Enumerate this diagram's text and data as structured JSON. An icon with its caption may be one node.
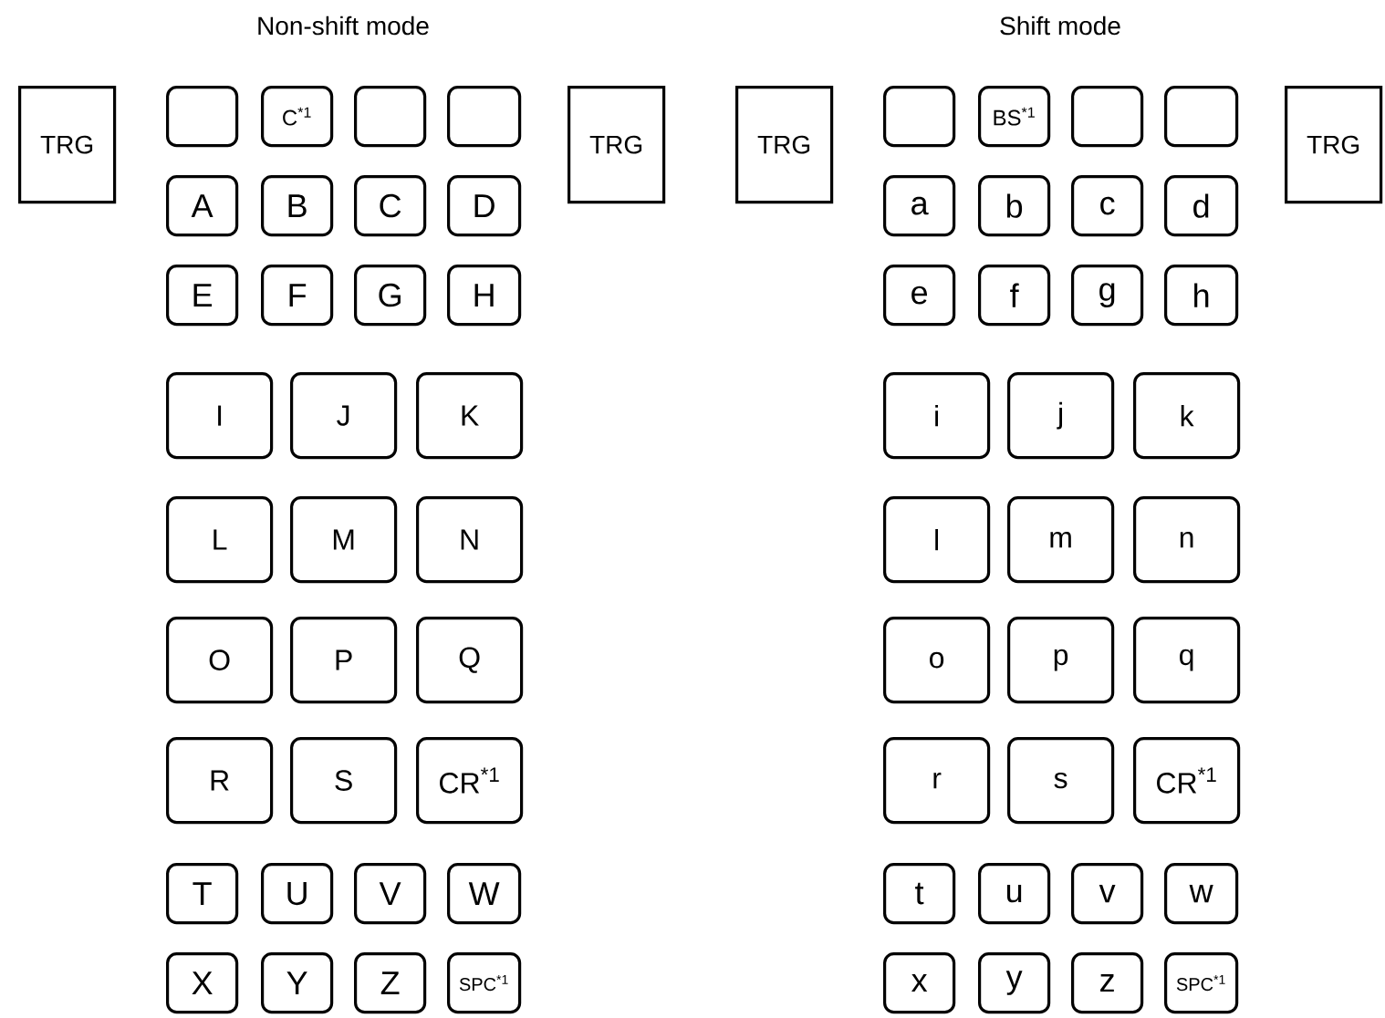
{
  "diagram": {
    "nodes": [
      {
        "text": [
          "TRG"
        ]
      },
      {
        "text": [],
        "shape": "box"
      },
      {
        "text": [
          "C$^{*1}$"
        ]
      },
      {
        "text": [],
        "shape": "box"
      },
      {
        "text": [],
        "shape": "box"
      },
      {
        "text": [
          "A"
        ]
      },
      {
        "text": [
          "B"
        ]
      },
      {
        "text": [
          "C"
        ]
      },
      {
        "text": [
          "D"
        ]
      },
      {
        "text": [
          "E"
        ]
      },
      {
        "text": [
          "F"
        ]
      },
      {
        "text": [
          "G"
        ]
      },
      {
        "text": [
          "H"
        ]
      },
      {
        "text": [
          "I"
        ]
      },
      {
        "text": [
          "J"
        ]
      },
      {
        "text": [
          "K"
        ]
      },
      {
        "text": [
          "L"
        ]
      },
      {
        "text": [
          "M"
        ]
      },
      {
        "text": [
          "N"
        ]
      },
      {
        "text": [
          "O"
        ]
      },
      {
        "text": [
          "P"
        ]
      },
      {
        "text": [
          "Q"
        ]
      },
      {
        "text": [
          "R"
        ]
      },
      {
        "text": [
          "S"
        ]
      },
      {
        "text": [
          "CR$^{*1}$"
        ]
      },
      {
        "text": [
          "T"
        ]
      },
      {
        "text": [
          "U"
        ]
      },
      {
        "text": [
          "V"
        ]
      },
      {
        "text": [
          "W"
        ]
      },
      {
        "text": [
          "X"
        ]
      },
      {
        "text": [
          "Y"
        ]
      },
      {
        "text": [
          "Z"
        ]
      },
      {
        "text": [
          "SPC$^{*1}$"
        ]
      },
      {
        "text": [
          "TRG"
        ]
      },
      {
        "text": [
          "TRG"
        ]
      },
      {
        "text": [],
        "shape": "box"
      },
      {
        "text": [
          "BS$^{*1}$"
        ]
      },
      {
        "text": [],
        "shape": "box"
      },
      {
        "text": [],
        "shape": "box"
      },
      {
        "text": [
          "a"
        ]
      },
      {
        "text": [
          "b"
        ]
      },
      {
        "text": [
          "c"
        ]
      },
      {
        "text": [
          "d"
        ]
      },
      {
        "text": [
          "e"
        ]
      },
      {
        "text": [
          "f"
        ]
      },
      {
        "text": [
          "g"
        ]
      },
      {
        "text": [
          "h"
        ]
      },
      {
        "text": [
          "i"
        ]
      },
      {
        "text": [
          "j"
        ]
      },
      {
        "text": [
          "k"
        ]
      },
      {
        "text": [
          "l"
        ]
      },
      {
        "text": [
          "m"
        ]
      },
      {
        "text": [
          "n"
        ]
      },
      {
        "text": [
          "o"
        ]
      },
      {
        "text": [
          "p"
        ]
      },
      {
        "text": [
          "q"
        ]
      },
      {
        "text": [
          "r"
        ]
      },
      {
        "text": [
          "s"
        ]
      },
      {
        "text": [
          "CR$^{*1}$"
        ]
      },
      {
        "text": [
          "t"
        ]
      },
      {
        "text": [
          "u"
        ]
      },
      {
        "text": [
          "v"
        ]
      },
      {
        "text": [
          "w"
        ]
      },
      {
        "text": [
          "x"
        ]
      },
      {
        "text": [
          "y"
        ]
      },
      {
        "text": [
          "z"
        ]
      },
      {
        "text": [
          "SPC$^{*1}$"
        ]
      },
      {
        "text": [
          "TRG"
        ]
      }
    ],
    "labels": [
      "Non-shift mode",
      "Shift mode"
    ]
  }
}
